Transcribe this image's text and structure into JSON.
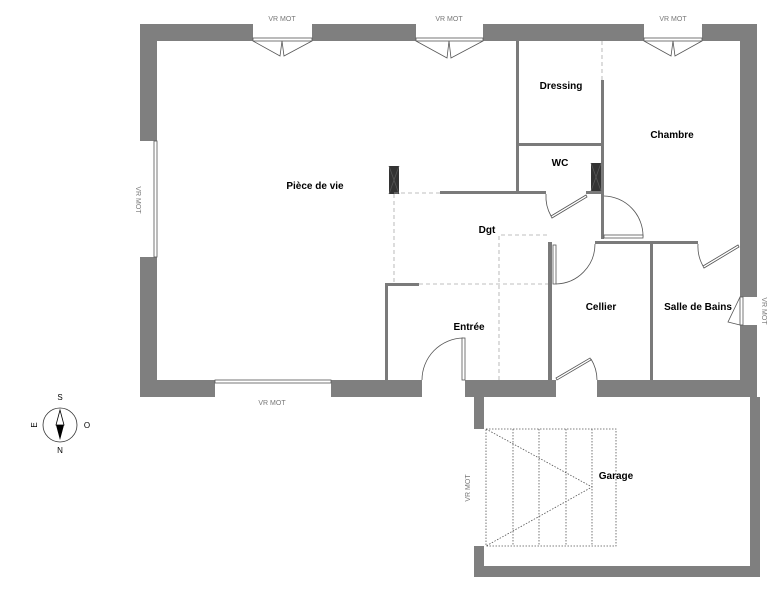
{
  "plan": {
    "rooms": {
      "piece_de_vie": "Pièce de vie",
      "dressing": "Dressing",
      "chambre": "Chambre",
      "wc": "WC",
      "dgt": "Dgt",
      "entree": "Entrée",
      "cellier": "Cellier",
      "salle_de_bains": "Salle de Bains",
      "garage": "Garage"
    },
    "window_labels": {
      "top_left": "VR MOT",
      "top_middle": "VR MOT",
      "top_right": "VR MOT",
      "left": "VR MOT",
      "bottom": "VR MOT",
      "right": "VR MOT",
      "garage": "VR MOT"
    },
    "compass": {
      "north": "N",
      "south": "S",
      "east": "E",
      "west": "O"
    },
    "colors": {
      "wall": "#7f7f7f",
      "background": "#ffffff"
    }
  }
}
